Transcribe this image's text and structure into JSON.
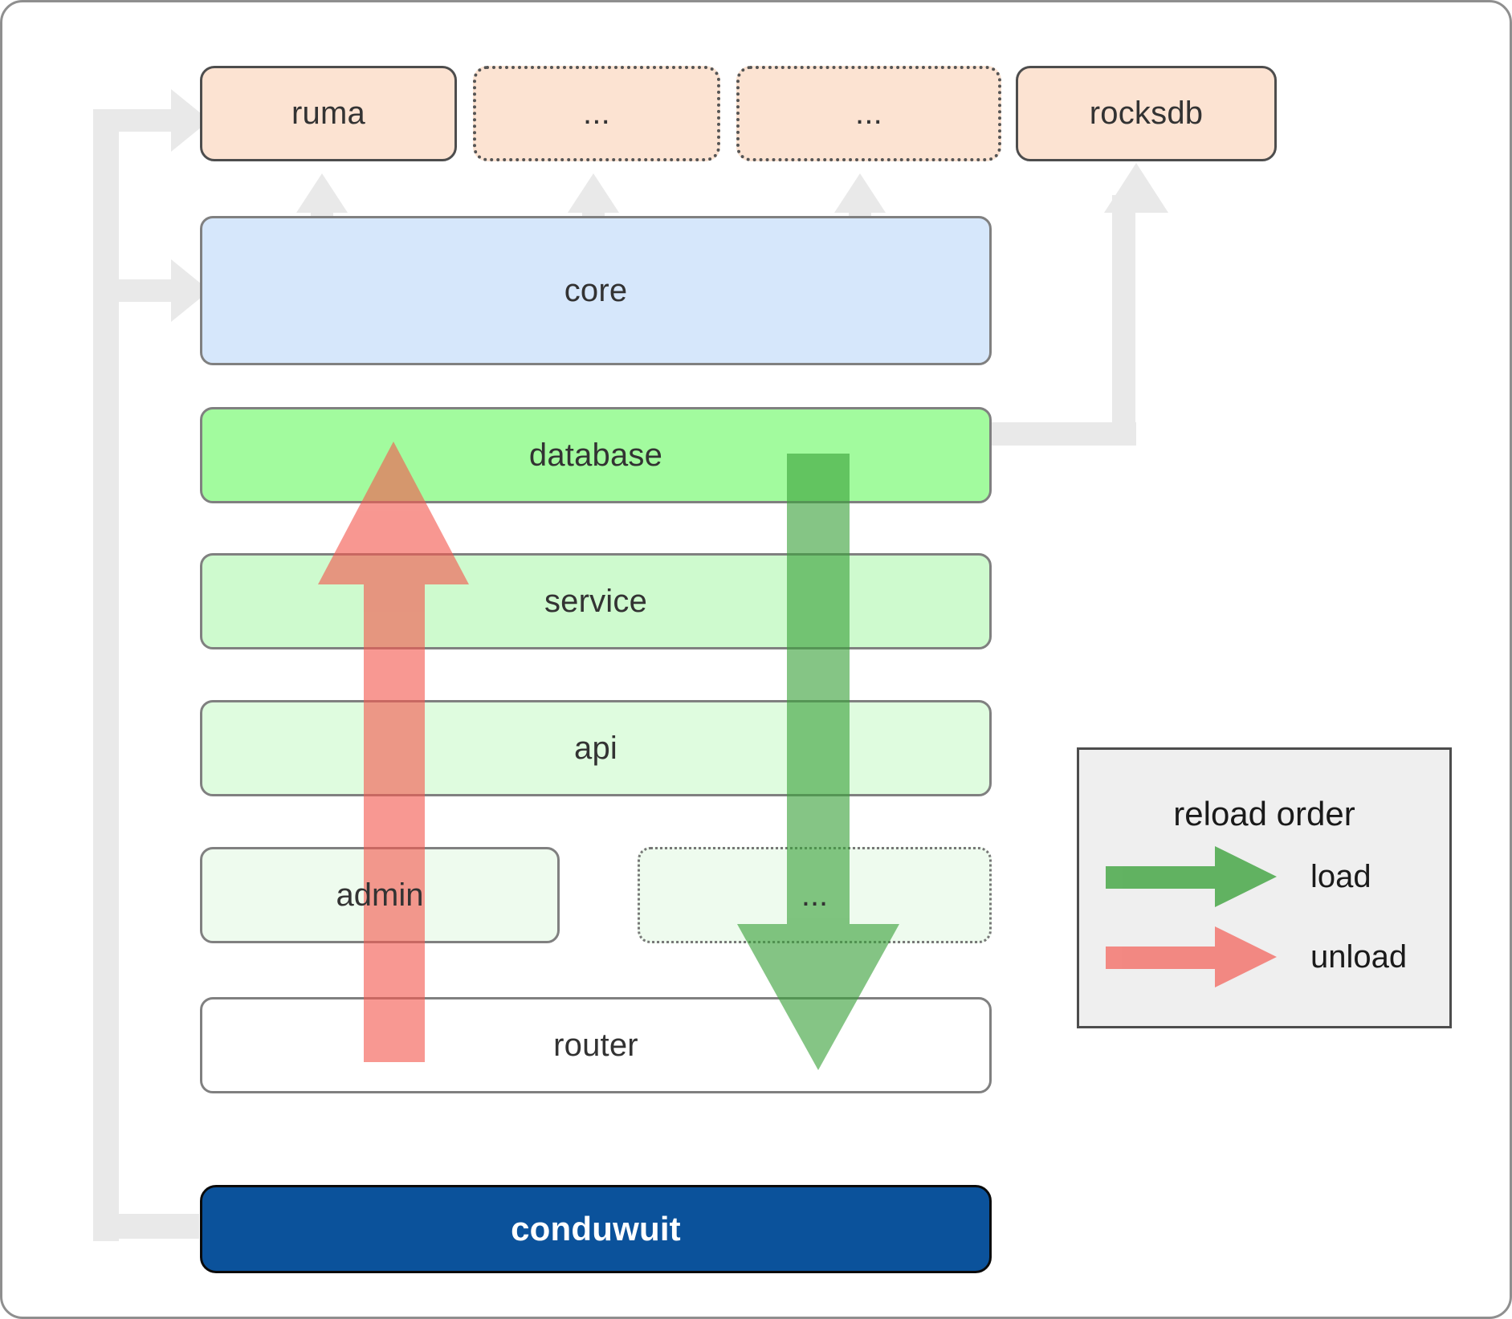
{
  "diagram": {
    "title": "conduwuit crate dependency / reload order diagram",
    "colors": {
      "dependency_fill": "#fce3d2",
      "core_fill": "#d6e7fb",
      "database_fill": "#a2fb9e",
      "service_fill": "#ceface",
      "api_fill": "#dffcdf",
      "admin_fill": "#eefbee",
      "router_fill": "#ffffff",
      "root_fill": "#0b529b",
      "load_arrow": "#4caf50",
      "unload_arrow": "#fa8072",
      "connector": "#e8e8e8",
      "legend_bg": "#efefef"
    },
    "dependencies": [
      {
        "id": "ruma",
        "label": "ruma",
        "style": "solid"
      },
      {
        "id": "dep-ellipsis-1",
        "label": "...",
        "style": "dotted"
      },
      {
        "id": "dep-ellipsis-2",
        "label": "...",
        "style": "dotted"
      },
      {
        "id": "rocksdb",
        "label": "rocksdb",
        "style": "solid"
      }
    ],
    "layers": [
      {
        "id": "core",
        "label": "core"
      },
      {
        "id": "database",
        "label": "database"
      },
      {
        "id": "service",
        "label": "service"
      },
      {
        "id": "api",
        "label": "api"
      },
      {
        "id": "admin",
        "label": "admin"
      },
      {
        "id": "layer-ellipsis",
        "label": "..."
      },
      {
        "id": "router",
        "label": "router"
      }
    ],
    "root": {
      "id": "conduwuit",
      "label": "conduwuit"
    },
    "legend": {
      "title": "reload order",
      "items": [
        {
          "id": "load",
          "label": "load",
          "color": "#4caf50"
        },
        {
          "id": "unload",
          "label": "unload",
          "color": "#fa8072"
        }
      ]
    }
  }
}
